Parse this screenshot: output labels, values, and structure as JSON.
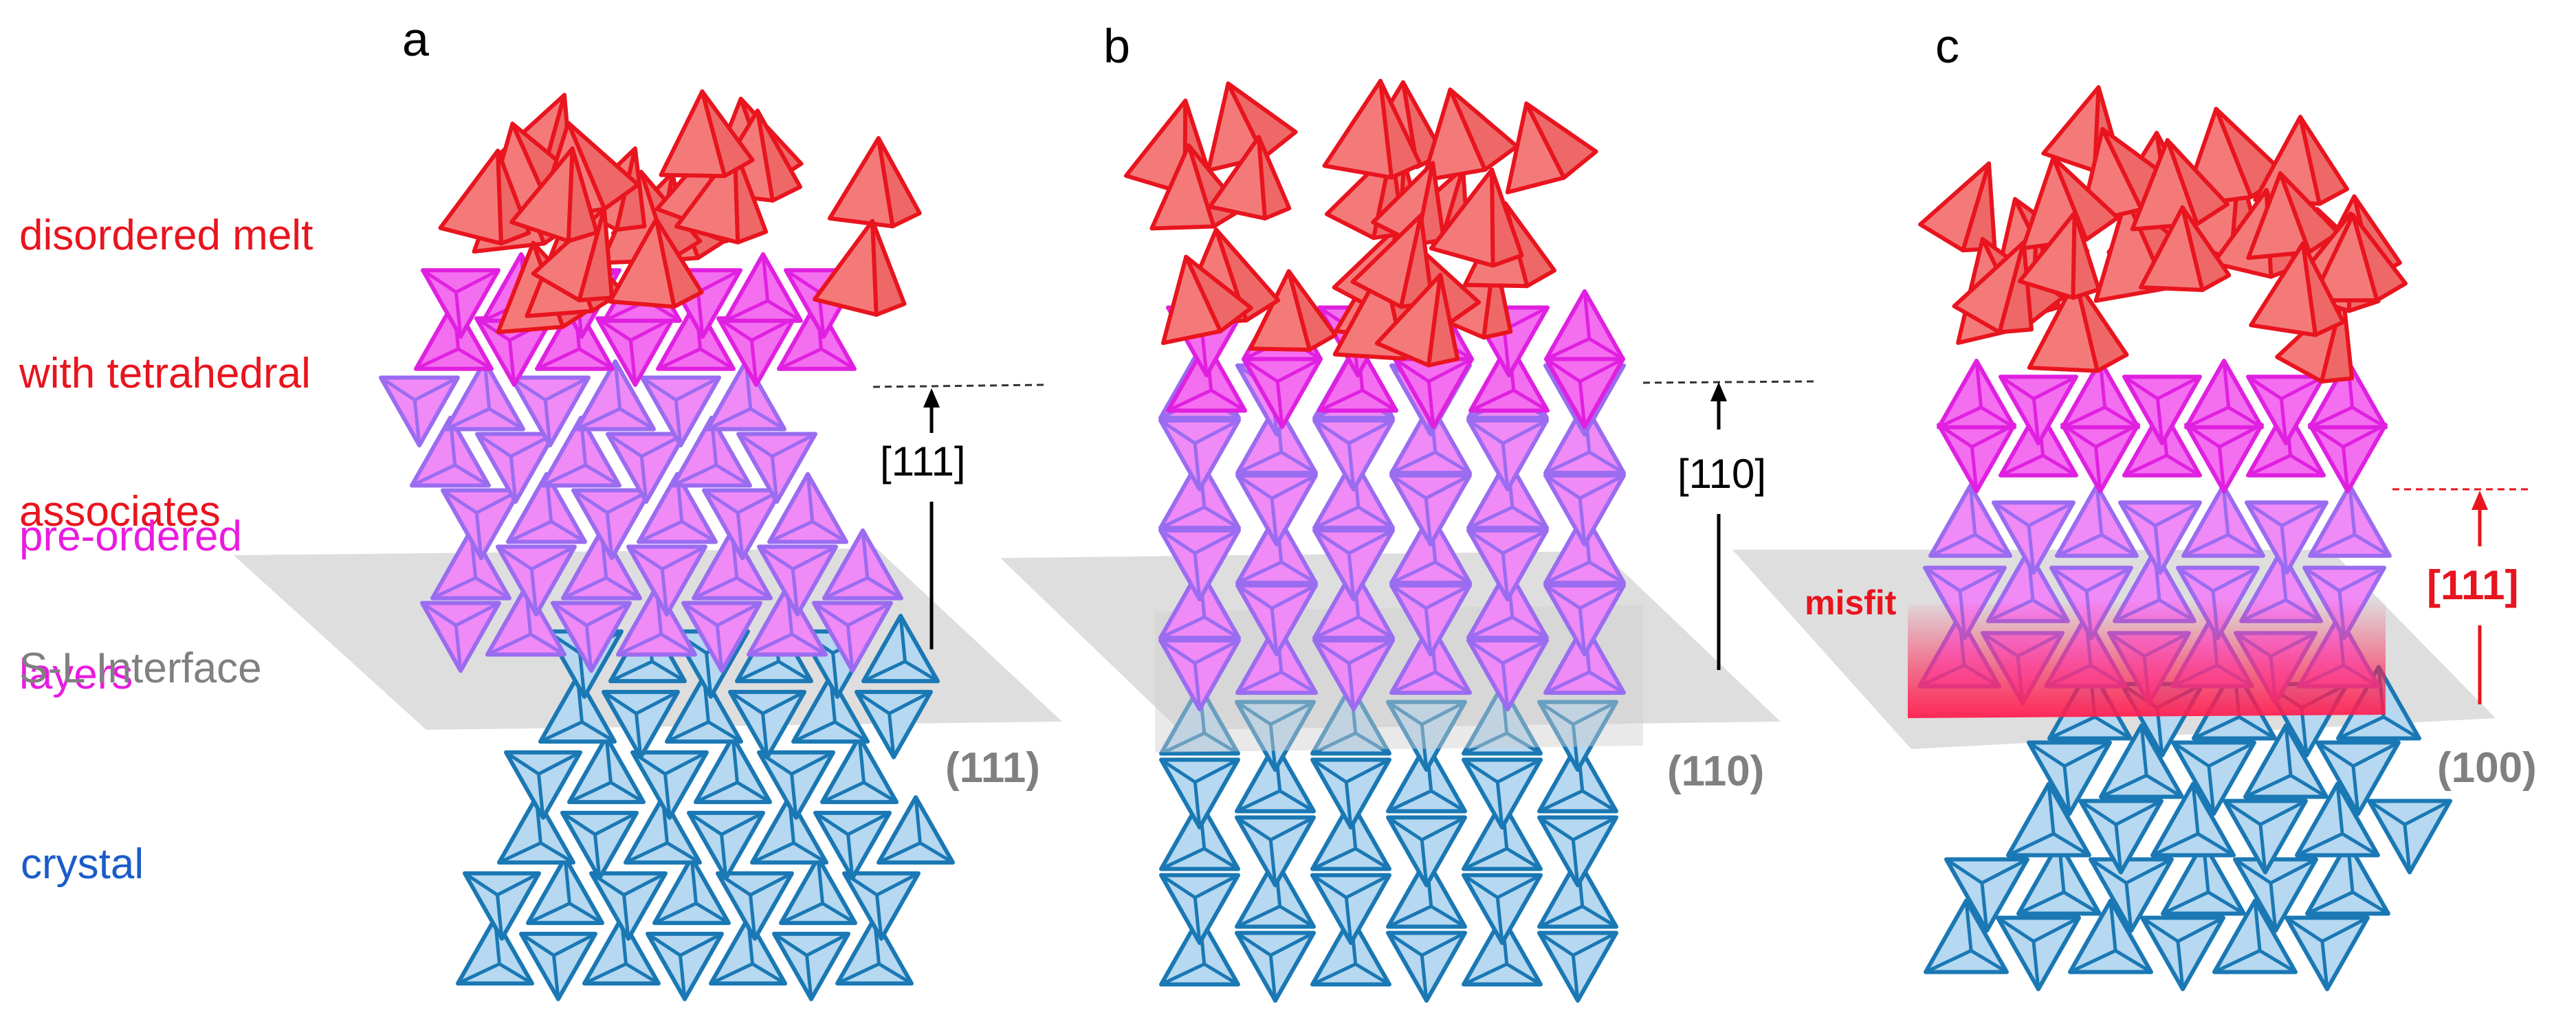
{
  "panels": {
    "a": {
      "letter": "a",
      "plane": "(111)",
      "direction": "[111]"
    },
    "b": {
      "letter": "b",
      "plane": "(110)",
      "direction": "[110]"
    },
    "c": {
      "letter": "c",
      "plane": "(100)",
      "direction": "[111]",
      "misfit": "misfit"
    }
  },
  "legend": {
    "melt": [
      "disordered melt",
      "with tetrahedral",
      "associates"
    ],
    "preordered": [
      "pre-ordered",
      "layers"
    ],
    "interface": "S-L Interface",
    "crystal": "crystal"
  },
  "colors": {
    "melt_fill": "#f07878",
    "melt_edge": "#e8141e",
    "layer_magenta_fill": "#f46ef0",
    "layer_magenta_edge": "#e020e0",
    "layer_violet_fill": "#f08af6",
    "layer_violet_edge": "#9a6cf0",
    "crystal_fill": "#b6d8f0",
    "crystal_edge": "#1a78b4",
    "interface_plane": "#d8d8d8",
    "misfit": "#e8141e",
    "plane_label": "#808080",
    "legend_melt": "#e8141e",
    "legend_layers": "#e81ce0",
    "legend_interface": "#808080",
    "legend_crystal": "#1a5cc8"
  }
}
